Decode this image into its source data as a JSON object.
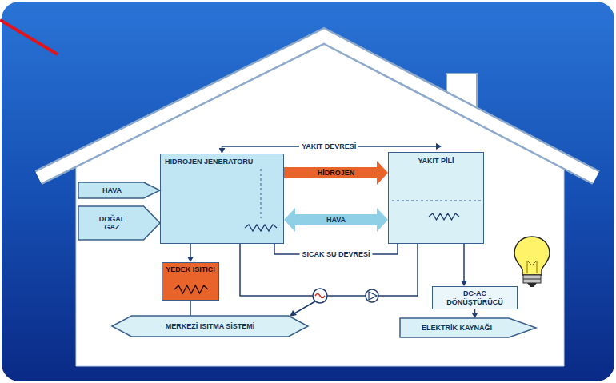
{
  "diagram": {
    "nodes": [
      {
        "text": [
          "HİDROJEN JENERATÖRÜ"
        ]
      },
      {
        "text": [
          "YAKIT PİLİ"
        ]
      },
      {
        "text": [
          "HAVA"
        ]
      },
      {
        "text": [
          "DOĞAL GAZ"
        ]
      },
      {
        "text": [
          "YEDEK ISITICI"
        ]
      },
      {
        "text": [
          "DC-AC DÖNÜŞTÜRÜCÜ"
        ]
      },
      {
        "text": [
          "MERKEZİ ISITMA SİSTEMİ"
        ]
      },
      {
        "text": [
          "ELEKTRİK KAYNAĞI"
        ]
      }
    ],
    "edges": [
      {
        "from": 0,
        "to": 1,
        "label": "HİDROJEN",
        "arrow": "to"
      },
      {
        "from": 0,
        "to": 1,
        "label": "YAKIT DEVRESİ",
        "arrow": "both"
      },
      {
        "from": 0,
        "to": 1,
        "label": "HAVA",
        "arrow": "both"
      },
      {
        "from": 1,
        "to": 0,
        "label": "SICAK SU DEVRESİ",
        "arrow": "none"
      },
      {
        "from": 0,
        "to": 4,
        "arrow": "to"
      },
      {
        "from": 4,
        "to": 6,
        "arrow": "none"
      },
      {
        "from": 1,
        "to": 5,
        "arrow": "to"
      },
      {
        "from": 5,
        "to": 7,
        "arrow": "to"
      }
    ]
  }
}
